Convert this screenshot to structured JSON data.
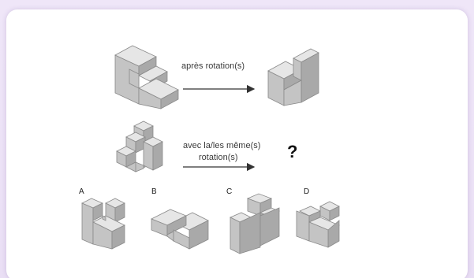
{
  "captions": {
    "rotation_label": "après rotation(s)",
    "same_rotation_line1": "avec la/les même(s)",
    "same_rotation_line2": "rotation(s)",
    "question_mark": "?"
  },
  "options": [
    {
      "label": "A"
    },
    {
      "label": "B"
    },
    {
      "label": "C"
    },
    {
      "label": "D"
    }
  ]
}
